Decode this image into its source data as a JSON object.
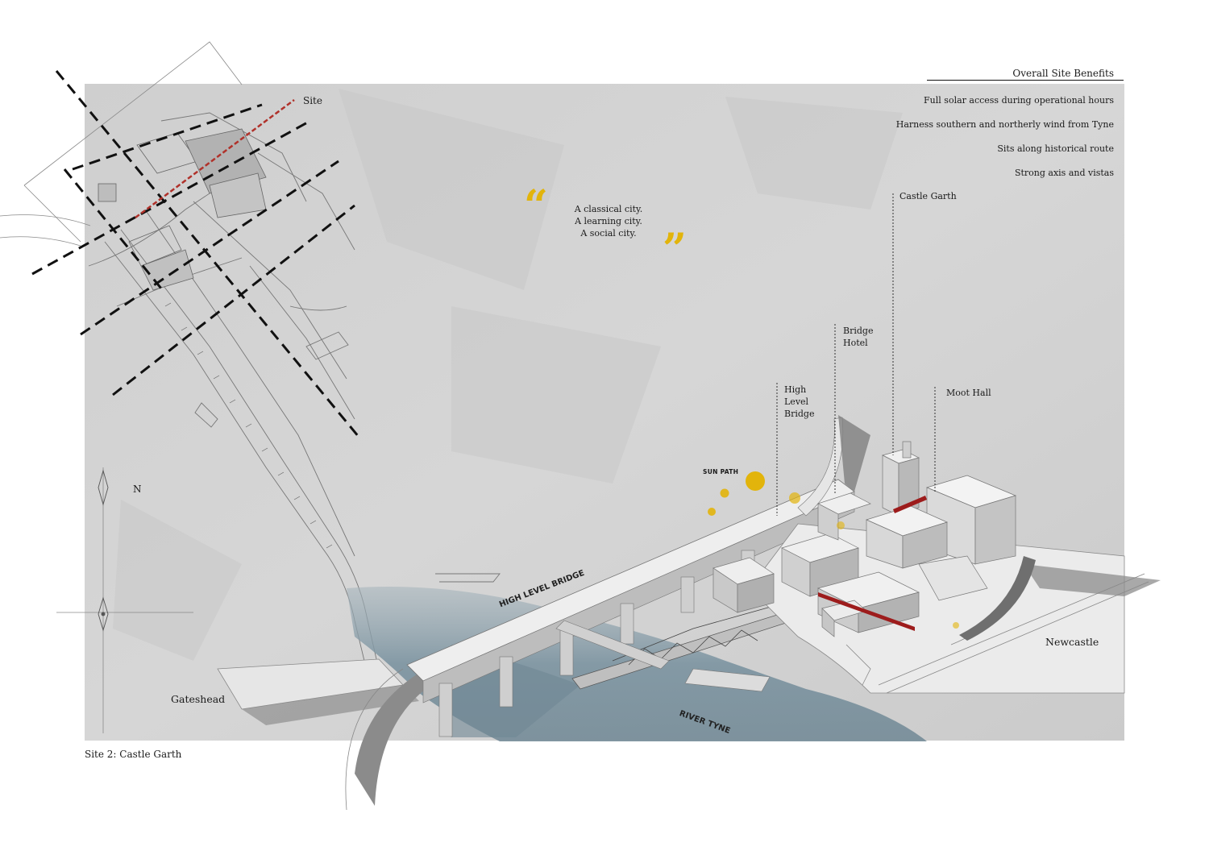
{
  "heading": "Overall  Site Benefits",
  "benefits": [
    "Full solar access during operational hours",
    "Harness southern and northerly wind from Tyne",
    "Sits along historical route",
    "Strong axis and vistas"
  ],
  "quote": {
    "line1": "A classical city.",
    "line2": "A learning city.",
    "line3": "A social city.",
    "open_mark": "“",
    "close_mark": "”"
  },
  "map_labels": {
    "site": "Site",
    "north": "N"
  },
  "building_labels": {
    "castle_garth": "Castle Garth",
    "bridge_hotel_line1": "Bridge",
    "bridge_hotel_line2": "Hotel",
    "high_level_bridge_line1": "High",
    "high_level_bridge_line2": "Level",
    "high_level_bridge_line3": "Bridge",
    "moot_hall": "Moot Hall"
  },
  "sun_path_label": "SUN PATH",
  "bridge_name": "HIGH LEVEL BRIDGE",
  "river_name": "RIVER TYNE",
  "places": {
    "gateshead": "Gateshead",
    "newcastle": "Newcastle"
  },
  "caption": "Site 2: Castle Garth",
  "colors": {
    "panel": "#d2d2d2",
    "river": "#7b93a0",
    "sun": "#e2b40b",
    "site_axis": "#b0312a",
    "highlight": "#9d1c1c",
    "structure": "#ececec"
  }
}
